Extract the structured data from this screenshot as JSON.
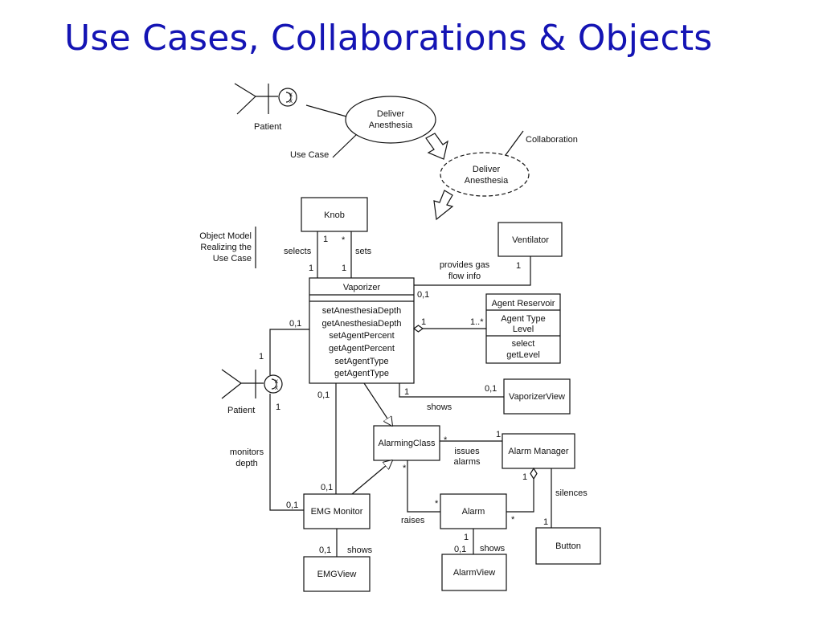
{
  "slide": {
    "title": "Use Cases, Collaborations & Objects"
  },
  "diagram": {
    "patient_label": "Patient",
    "use_case_callout": "Use Case",
    "collaboration_callout": "Collaboration",
    "object_model_callout": [
      "Object Model",
      "Realizing the",
      "Use Case"
    ],
    "use_case_name": [
      "Deliver",
      "Anesthesia"
    ],
    "collaboration_name": [
      "Deliver",
      "Anesthesia"
    ],
    "classes": {
      "knob": "Knob",
      "ventilator": "Ventilator",
      "vaporizer": {
        "name": "Vaporizer",
        "operations": [
          "setAnesthesiaDepth",
          "getAnesthesiaDepth",
          "setAgentPercent",
          "getAgentPercent",
          "setAgentType",
          "getAgentType"
        ]
      },
      "agent_reservoir": {
        "name": "Agent Reservoir",
        "attributes": [
          "Agent Type",
          "Level"
        ],
        "operations": [
          "select",
          "getLevel"
        ]
      },
      "vaporizer_view": "VaporizerView",
      "alarming_class": "AlarmingClass",
      "alarm_manager": "Alarm Manager",
      "emg_monitor": "EMG Monitor",
      "alarm": "Alarm",
      "button": "Button",
      "emg_view": "EMGView",
      "alarm_view": "AlarmView"
    },
    "associations": {
      "selects": "selects",
      "sets": "sets",
      "provides_gas": [
        "provides gas",
        "flow info"
      ],
      "shows": "shows",
      "issues_alarms": [
        "issues",
        "alarms"
      ],
      "silences": "silences",
      "monitors_depth": [
        "monitors",
        "depth"
      ],
      "raises": "raises"
    },
    "multiplicities": {
      "one": "1",
      "many": "*",
      "zero_one": "0,1",
      "one_many": "1..*"
    }
  }
}
